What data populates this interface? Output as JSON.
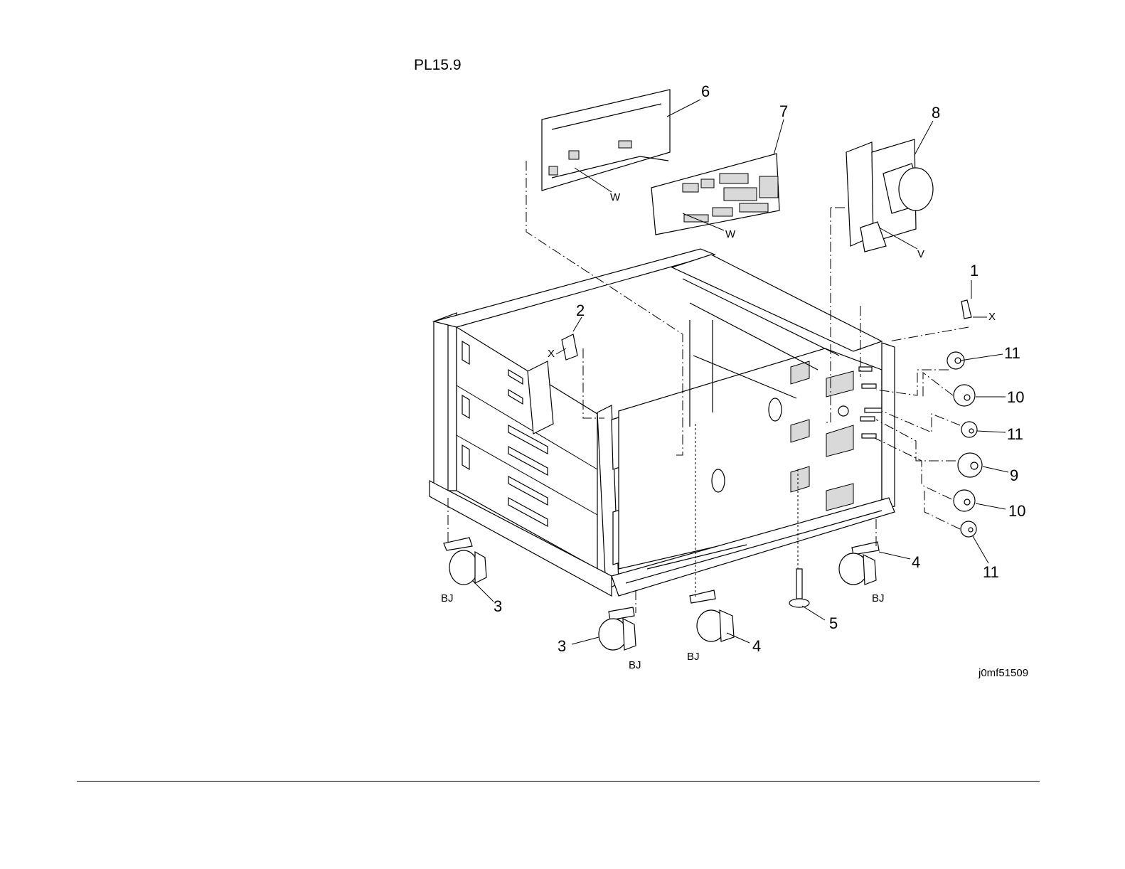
{
  "page_title": "PL15.9",
  "figure_id": "j0mf51509",
  "callouts": [
    "1",
    "2",
    "3",
    "3",
    "4",
    "4",
    "5",
    "6",
    "7",
    "8",
    "9",
    "10",
    "10",
    "11",
    "11",
    "11"
  ],
  "refs": [
    "W",
    "W",
    "V",
    "X",
    "X",
    "BJ",
    "BJ",
    "BJ",
    "BJ"
  ]
}
